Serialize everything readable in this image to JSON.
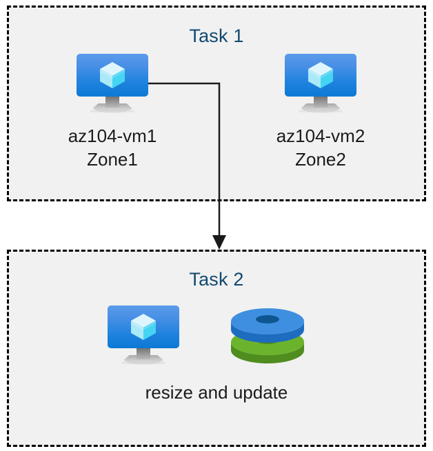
{
  "diagram": {
    "title": "Azure VM task flow diagram",
    "background_color": "#ffffff",
    "panel_background": "#f1f1f1",
    "border_color": "#000000",
    "title_color": "#11496e",
    "label_color": "#1b1b1b"
  },
  "task1": {
    "title": "Task 1",
    "vms": [
      {
        "icon": "virtual-machine-icon",
        "name": "az104-vm1",
        "zone": "Zone1"
      },
      {
        "icon": "virtual-machine-icon",
        "name": "az104-vm2",
        "zone": "Zone2"
      }
    ]
  },
  "task2": {
    "title": "Task 2",
    "icons": [
      {
        "icon": "virtual-machine-icon"
      },
      {
        "icon": "disks-icon"
      }
    ],
    "caption": "resize and update"
  },
  "connector": {
    "name": "arrow-task1-to-task2",
    "from": "az104-vm1",
    "to": "Task 2",
    "color": "#1a1a1a",
    "style": "elbow-with-arrowhead"
  },
  "colors": {
    "vm_screen_top": "#5b9bea",
    "vm_screen_bottom": "#0c79d4",
    "vm_cube_light": "#d8f4fc",
    "vm_cube_mid": "#9fe6f7",
    "vm_cube_dark": "#3fd2f2",
    "vm_stand_gray": "#9a9a9a",
    "disk_blue_top": "#3f8fe0",
    "disk_blue_side": "#1f6fc4",
    "disk_blue_hole": "#10558f",
    "disk_green_top": "#6cb32d",
    "disk_green_side": "#559020",
    "disk_green_hole": "#4a8a1c"
  }
}
